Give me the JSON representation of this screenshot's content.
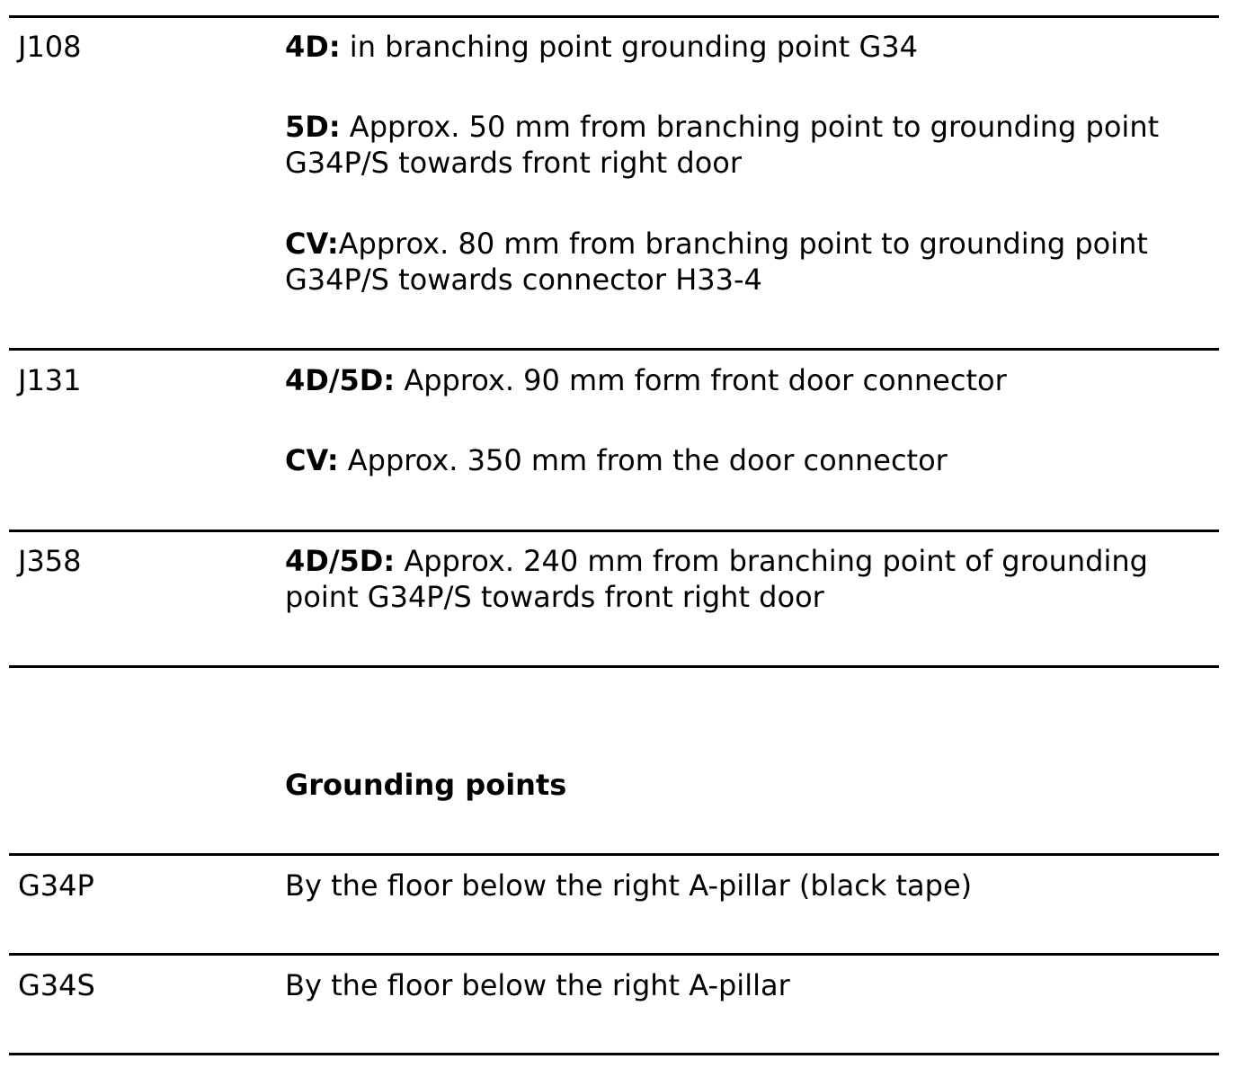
{
  "connectors": [
    {
      "code": "J108",
      "entries": [
        {
          "label": "4D:",
          "text": " in branching point grounding point G34"
        },
        {
          "label": "5D:",
          "text": " Approx. 50 mm from branching point to grounding point G34P/S towards front right door"
        },
        {
          "label": "CV:",
          "text": "Approx. 80 mm from branching point to grounding point G34P/S towards connector H33-4"
        }
      ]
    },
    {
      "code": "J131",
      "entries": [
        {
          "label": "4D/5D:",
          "text": " Approx. 90 mm form front door connector"
        },
        {
          "label": "CV:",
          "text": " Approx. 350 mm from the door connector"
        }
      ]
    },
    {
      "code": "J358",
      "entries": [
        {
          "label": "4D/5D:",
          "text": " Approx. 240 mm from branching point of grounding point G34P/S towards front right door"
        }
      ]
    }
  ],
  "grounding_heading": "Grounding points",
  "grounding_points": [
    {
      "code": "G34P",
      "text": "By the floor below the right A-pillar (black tape)"
    },
    {
      "code": "G34S",
      "text": "By the floor below the right A-pillar"
    }
  ]
}
